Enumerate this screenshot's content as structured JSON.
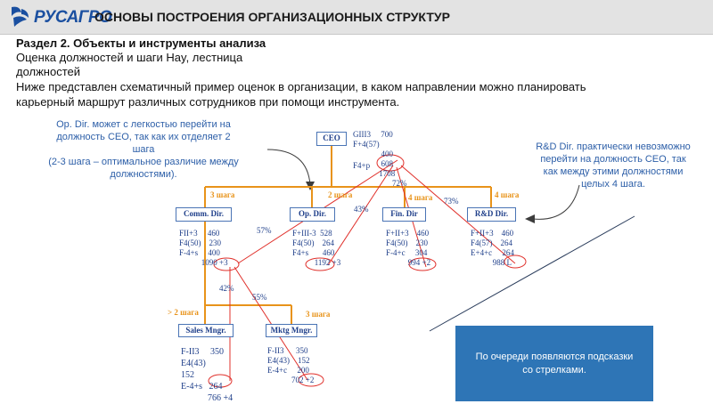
{
  "header": {
    "logo": "РУСАГРО",
    "title": "ОСНОВЫ ПОСТРОЕНИЯ ОРГАНИЗАЦИОННЫХ СТРУКТУР"
  },
  "section": {
    "title": "Раздел 2. Объекты и инструменты анализа",
    "subtitle": "Оценка должностей и шаги Hay, лестница должностей",
    "intro": "Ниже представлен схематичный пример оценок в организации, в каком направлении можно планировать карьерный маршрут различных сотрудников при помощи инструмента."
  },
  "callouts": {
    "left": "Op. Dir. может с легкостью перейти на должность CEO, так как их отделяет 2 шага\n(2-3 шага – оптимальное различие между должностями).",
    "right": "R&D Dir. практически невозможно перейти на должность CEO, так как между этими должностями целых 4 шага."
  },
  "diagram": {
    "ceo": {
      "label": "CEO",
      "grade": "GIII3     700\nF+4(57)\n              400\n              608\n             1708"
    },
    "fp": "F4+p",
    "directors": [
      {
        "label": "Comm. Dir.",
        "grade": "FII+3     460\nF4(50)    230\nF-4+s     400\n           1090 +3"
      },
      {
        "label": "Op. Dir.",
        "grade": "F+III-3  528\nF4(50)    264\nF4+s       460\n           1192 +3"
      },
      {
        "label": "Fin. Dir",
        "grade": "F+II+3    460\nF4(50)    230\nF-4+c     304\n           994 +2"
      },
      {
        "label": "R&D Dir.",
        "grade": "F+II+3    460\nF4(57)    264\nE+4+c     264\n           988 L"
      }
    ],
    "managers": [
      {
        "label": "Sales Mngr.",
        "grade": "F-II3     350\nE4(43)\n152\nE-4+s   264\n            766 +4"
      },
      {
        "label": "Mktg Mngr.",
        "grade": "F-II3      350\nE4(43)    152\nE-4+c     200\n            702 +2"
      }
    ],
    "steps": {
      "comm": "3 шага",
      "op": "2 шага",
      "fin": "4 шага",
      "rd": "4 шага",
      "sales": "> 2 шага",
      "mktg": "3 шага"
    },
    "percents": {
      "ceo_rd": "72%",
      "op": "43%",
      "comm": "57%",
      "fin_rd": "73%",
      "sales": "42%",
      "mktg": "55%"
    }
  },
  "note": "По очереди появляются подсказки со стрелками.",
  "colors": {
    "accent": "#2e75b6",
    "orange": "#e8931a",
    "red": "#e0302b",
    "box_border": "#4a74b5"
  }
}
